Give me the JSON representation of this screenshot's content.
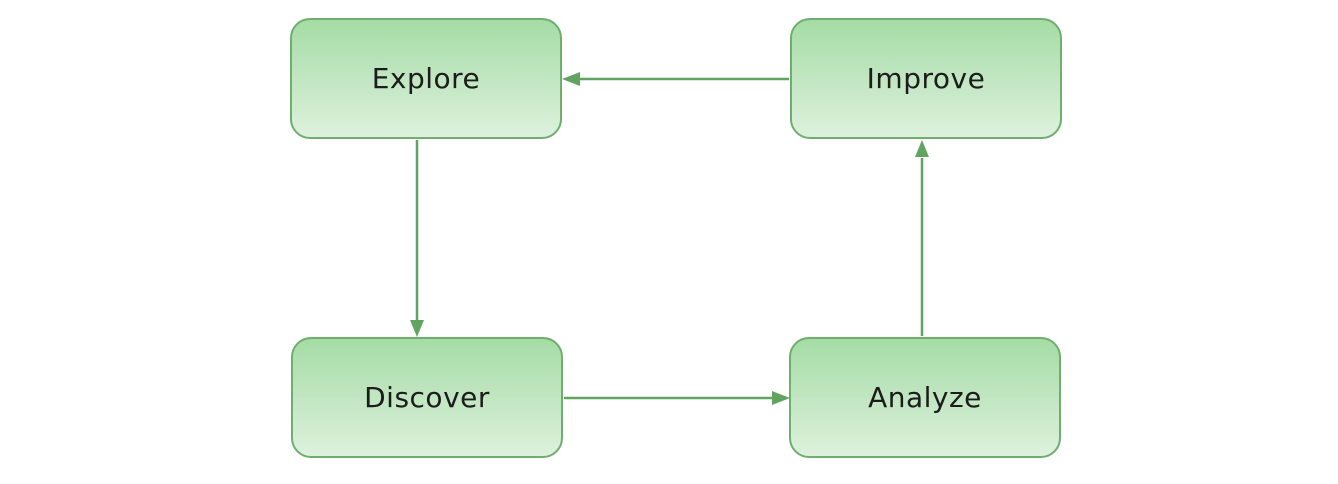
{
  "diagram": {
    "type": "cycle-flowchart",
    "nodes": [
      {
        "id": "explore",
        "label": "Explore"
      },
      {
        "id": "improve",
        "label": "Improve"
      },
      {
        "id": "discover",
        "label": "Discover"
      },
      {
        "id": "analyze",
        "label": "Analyze"
      }
    ],
    "edges": [
      {
        "id": "improve-to-explore",
        "from": "Improve",
        "to": "Explore",
        "direction": "left"
      },
      {
        "id": "explore-to-discover",
        "from": "Explore",
        "to": "Discover",
        "direction": "down"
      },
      {
        "id": "discover-to-analyze",
        "from": "Discover",
        "to": "Analyze",
        "direction": "right"
      },
      {
        "id": "analyze-to-improve",
        "from": "Analyze",
        "to": "Improve",
        "direction": "up"
      }
    ]
  },
  "colors": {
    "background": "#ffffff",
    "node-border": "#6fae6f",
    "node-fill-top": "#a5dca5",
    "node-fill-bottom": "#ddf1dd",
    "arrow": "#61a361",
    "text": "#1c1c1c"
  }
}
